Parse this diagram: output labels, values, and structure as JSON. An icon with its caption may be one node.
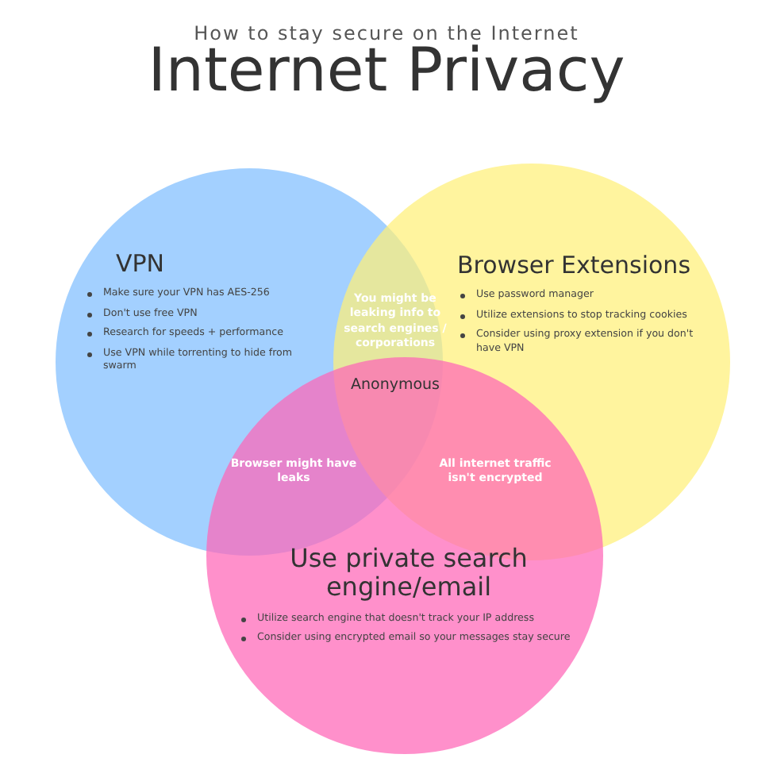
{
  "diagram": {
    "title": "Internet Privacy",
    "nodes": [
      {
        "text": [
          "VPN",
          "Make sure your VPN has AES-256",
          "Don't use free VPN",
          "Research for speeds + performance",
          "Use VPN while torrenting to hide from swarm"
        ]
      },
      {
        "text": [
          "Browser Extensions",
          "Use password manager",
          "Utilize extensions to stop tracking cookies",
          "Consider using proxy extension if you don't have VPN"
        ]
      },
      {
        "text": [
          "Use private search engine/email",
          "Utilize search engine that doesn't track your IP address",
          "Consider using encrypted email so your messages stay secure"
        ]
      }
    ],
    "edges": [],
    "labels": [
      "How to stay secure on the Internet",
      "You might be leaking info to search engines / corporations",
      "Anonymous",
      "Browser might have leaks",
      "All internet traffic isn't encrypted"
    ]
  }
}
